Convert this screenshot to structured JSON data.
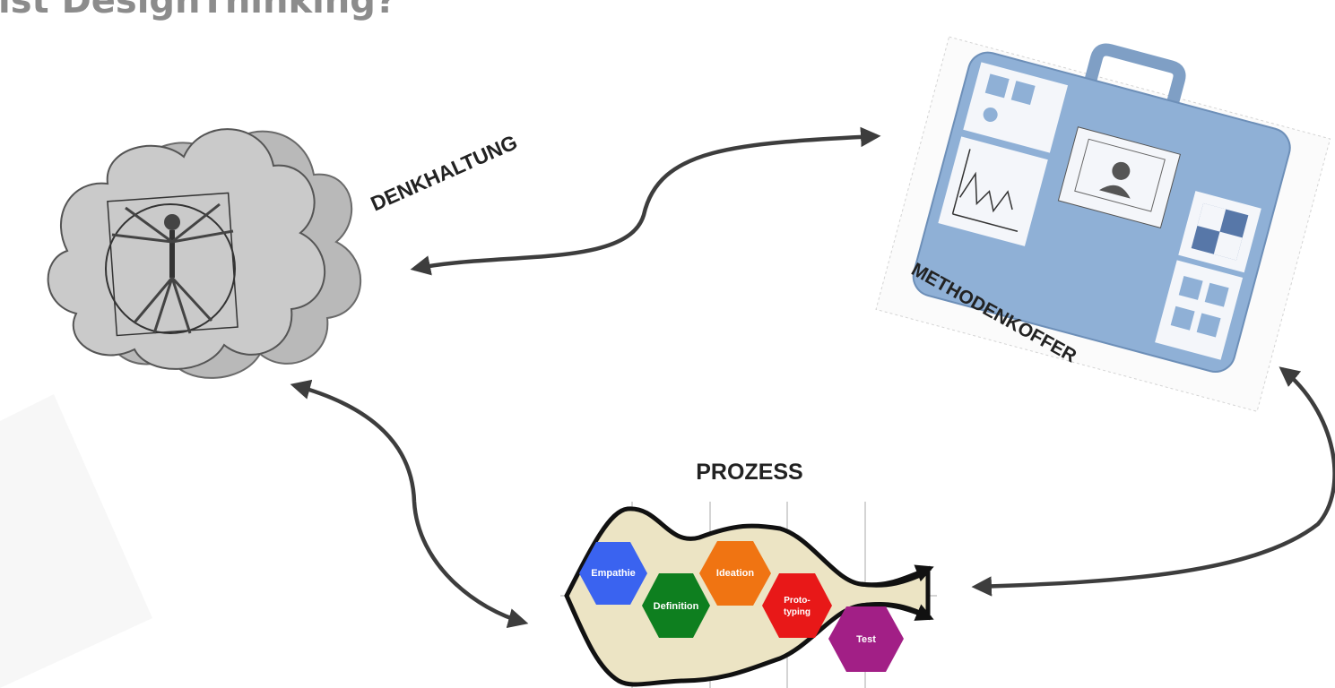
{
  "title": "ist DesignThinking?",
  "labels": {
    "mindset": "DENKHALTUNG",
    "toolkit": "METHODENKOFFER",
    "process": "PROZESS"
  },
  "process_steps": {
    "empathy": "Empathie",
    "definition": "Definition",
    "ideation": "Ideation",
    "proto_line1": "Proto-",
    "proto_line2": "typing",
    "test": "Test"
  },
  "colors": {
    "empathy": "#3a63f0",
    "definition": "#0e7f1f",
    "ideation": "#f07412",
    "prototyping": "#e81818",
    "test": "#a21f86",
    "arrow": "#3d3d3d",
    "cloud": "#c4c4c4",
    "suitcase": "#8fb0d6",
    "process_fill": "#ece4c4",
    "label": "#222222",
    "title": "#8c8c8c"
  },
  "icons": [
    "cloud-icon",
    "vitruvian-man-icon",
    "suitcase-icon",
    "chart-icon",
    "avatar-icon"
  ]
}
